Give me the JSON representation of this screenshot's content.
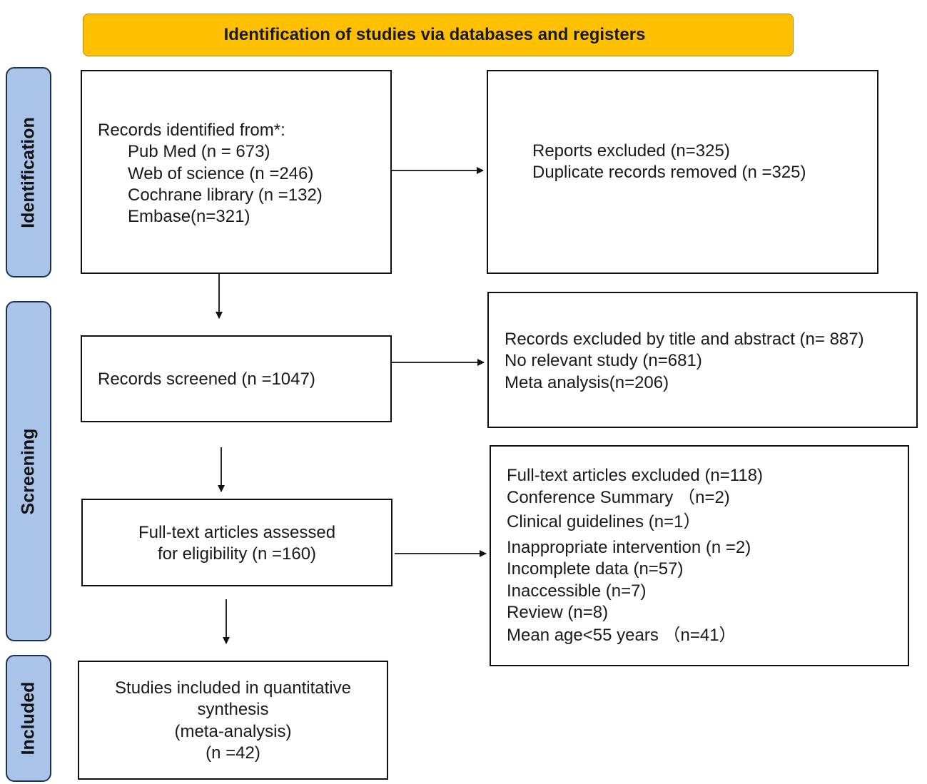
{
  "header": {
    "title": "Identification of studies via databases and registers"
  },
  "phases": {
    "identification": "Identification",
    "screening": "Screening",
    "included": "Included"
  },
  "records_identified": {
    "heading": "Records identified from*:",
    "sources": [
      "Pub Med (n = 673)",
      "Web of science (n =246)",
      "Cochrane library (n =132)",
      "Embase(n=321)"
    ]
  },
  "reports_excluded": {
    "lines": [
      "Reports excluded (n=325)",
      "Duplicate records removed (n =325)"
    ]
  },
  "records_screened": {
    "label": "Records screened (n =1047)"
  },
  "records_excluded": {
    "lines": [
      "Records excluded by title and abstract (n= 887)",
      "No relevant study (n=681)",
      "Meta analysis(n=206)"
    ]
  },
  "full_text_assessed": {
    "lines": [
      "Full-text articles assessed",
      "for eligibility (n =160)"
    ]
  },
  "full_text_excluded": {
    "lines": [
      "Full-text articles excluded (n=118)",
      "Conference Summary （n=2)",
      "Clinical guidelines (n=1）",
      "Inappropriate intervention (n =2)",
      "Incomplete data (n=57)",
      "Inaccessible (n=7)",
      "Review (n=8)",
      "Mean age<55 years （n=41）"
    ]
  },
  "studies_included": {
    "lines": [
      "Studies included in quantitative",
      "synthesis",
      "(meta-analysis)",
      "(n =42)"
    ]
  },
  "colors": {
    "header_fill": "#fec000",
    "phase_fill": "#a9c4e8",
    "phase_border": "#1f3350",
    "box_border": "#111111"
  }
}
